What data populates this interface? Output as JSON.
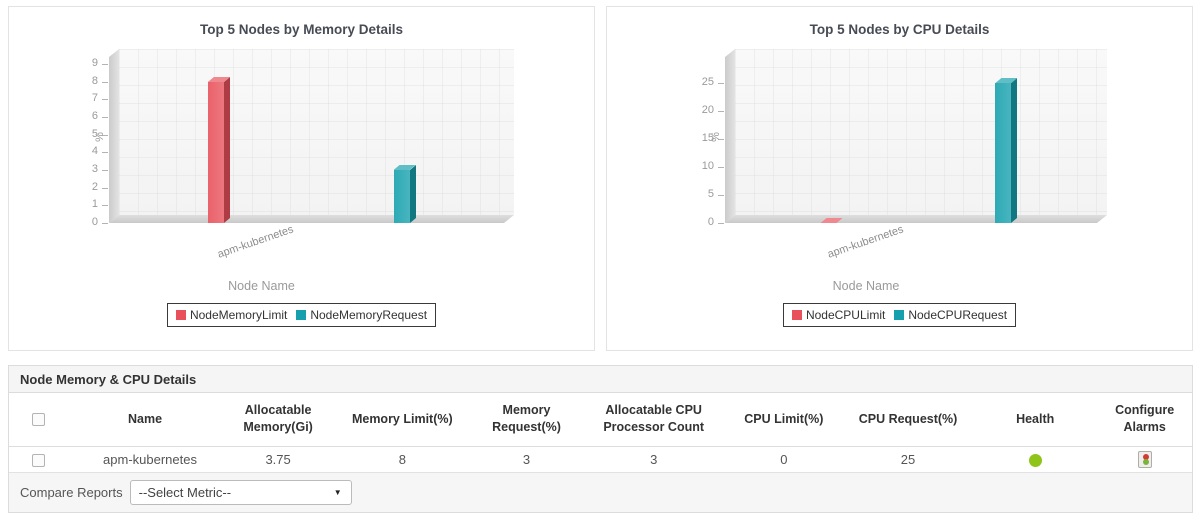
{
  "chart_data": [
    {
      "type": "bar",
      "style": "3d",
      "title": "Top 5 Nodes by Memory Details",
      "xlabel": "Node Name",
      "ylabel": "%",
      "categories": [
        "apm-kubernetes"
      ],
      "series": [
        {
          "name": "NodeMemoryLimit",
          "color": "#e8505b",
          "values": [
            8
          ]
        },
        {
          "name": "NodeMemoryRequest",
          "color": "#16a0ad",
          "values": [
            3
          ]
        }
      ],
      "ylim": [
        0,
        9
      ],
      "y_ticks": [
        0,
        1,
        2,
        3,
        4,
        5,
        6,
        7,
        8,
        9
      ],
      "grid": true,
      "legend_position": "bottom",
      "bar_x_pct": [
        22.5,
        69.5
      ]
    },
    {
      "type": "bar",
      "style": "3d",
      "title": "Top 5 Nodes by CPU Details",
      "xlabel": "Node Name",
      "ylabel": "%",
      "categories": [
        "apm-kubernetes"
      ],
      "series": [
        {
          "name": "NodeCPULimit",
          "color": "#e8505b",
          "values": [
            0
          ]
        },
        {
          "name": "NodeCPURequest",
          "color": "#16a0ad",
          "values": [
            25
          ]
        }
      ],
      "ylim": [
        0,
        28
      ],
      "y_ticks": [
        0,
        5,
        10,
        15,
        20,
        25
      ],
      "grid": true,
      "legend_position": "bottom",
      "bar_x_pct": [
        23,
        70
      ]
    }
  ],
  "table": {
    "title": "Node Memory & CPU Details",
    "columns": {
      "name": "Name",
      "alloc_mem": "Allocatable Memory(Gi)",
      "mem_limit": "Memory Limit(%)",
      "mem_request": "Memory Request(%)",
      "alloc_cpu": "Allocatable CPU Processor Count",
      "cpu_limit": "CPU Limit(%)",
      "cpu_request": "CPU Request(%)",
      "health": "Health",
      "configure_alarms": "Configure Alarms"
    },
    "rows": [
      {
        "name": "apm-kubernetes",
        "alloc_mem": "3.75",
        "mem_limit": "8",
        "mem_request": "3",
        "alloc_cpu": "3",
        "cpu_limit": "0",
        "cpu_request": "25",
        "health_color": "#8fc41a"
      }
    ]
  },
  "compare": {
    "label": "Compare Reports",
    "selected": "--Select Metric--"
  },
  "icons": {
    "dropdown_arrow": "▼"
  }
}
